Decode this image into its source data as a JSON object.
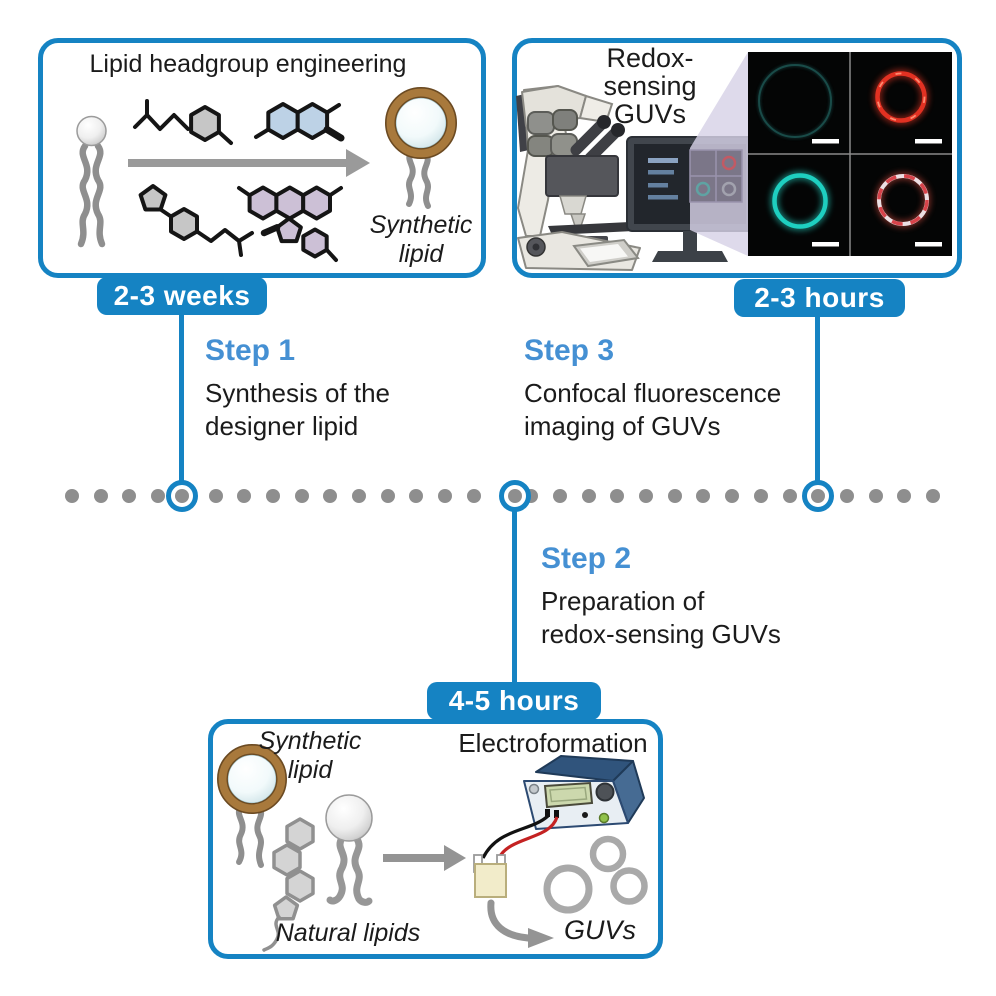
{
  "colors": {
    "accent": "#1583c3",
    "step_label_blue": "#4590d3",
    "text": "#1b1b1b",
    "timeline_dot_gray": "#8e8e8e",
    "guv_red": "#e23122",
    "guv_cyan": "#1ecfc0",
    "guv_faint_teal": "#16413f",
    "guv_pink_white": "#ecdfe3",
    "synthetic_ring_brown": "#a8793c",
    "arrow_gray": "#9a9a9a"
  },
  "box1": {
    "title": "Lipid headgroup engineering",
    "synthetic_label_line1": "Synthetic",
    "synthetic_label_line2": "lipid",
    "duration": "2-3 weeks"
  },
  "box2": {
    "title_line1": "Redox-",
    "title_line2": "sensing",
    "title_line3": "GUVs",
    "duration": "2-3 hours"
  },
  "box3": {
    "title": "Electroformation",
    "duration": "4-5 hours",
    "synthetic_label_line1": "Synthetic",
    "synthetic_label_line2": "lipid",
    "natural_label": "Natural lipids",
    "guvs_label": "GUVs"
  },
  "steps": [
    {
      "label": "Step 1",
      "line1": "Synthesis of the",
      "line2": "designer lipid"
    },
    {
      "label": "Step 2",
      "line1": "Preparation of",
      "line2": "redox-sensing GUVs"
    },
    {
      "label": "Step 3",
      "line1": "Confocal fluorescence",
      "line2": "imaging of GUVs"
    }
  ]
}
